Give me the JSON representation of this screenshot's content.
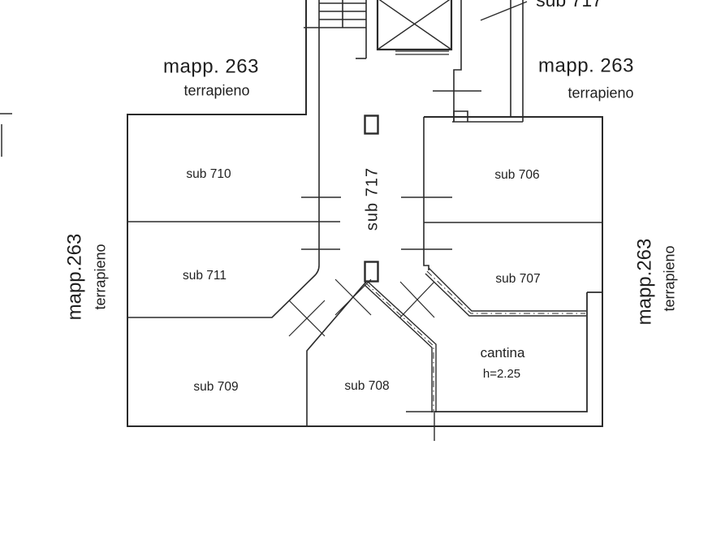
{
  "plan": {
    "boundaries": {
      "top_left": {
        "mapp": "mapp. 263",
        "terrain": "terrapieno"
      },
      "top_right": {
        "mapp": "mapp. 263",
        "terrain": "terrapieno"
      },
      "left": {
        "mapp": "mapp.263",
        "terrain": "terrapieno"
      },
      "right": {
        "mapp": "mapp.263",
        "terrain": "terrapieno"
      }
    },
    "stairwell_label": "sub 717",
    "corridor_label": "sub 717",
    "rooms": {
      "sub710": "sub 710",
      "sub706": "sub 706",
      "sub711": "sub 711",
      "sub707": "sub 707",
      "sub709": "sub 709",
      "sub708": "sub 708"
    },
    "cantina": {
      "name": "cantina",
      "height": "h=2.25"
    },
    "line_color": "#2b2b2b"
  }
}
